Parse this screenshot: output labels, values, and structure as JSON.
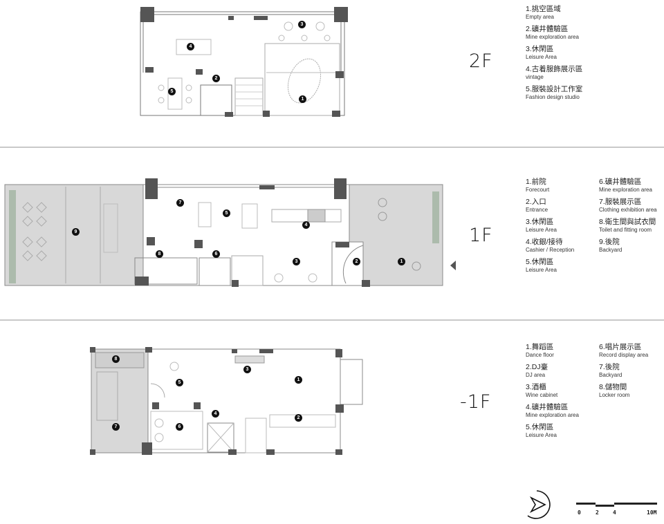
{
  "floors": [
    {
      "id": "2F",
      "label": "2F",
      "legend": [
        {
          "num": "1",
          "zh": "1.挑空區域",
          "en": "Empty area"
        },
        {
          "num": "2",
          "zh": "2.礦井體驗區",
          "en": "Mine exploration area"
        },
        {
          "num": "3",
          "zh": "3.休閑區",
          "en": "Leisure Area"
        },
        {
          "num": "4",
          "zh": "4.古着服飾展示區",
          "en": "vintage"
        },
        {
          "num": "5",
          "zh": "5.服裝設計工作室",
          "en": "Fashion design studio"
        }
      ]
    },
    {
      "id": "1F",
      "label": "1F",
      "legend_col1": [
        {
          "num": "1",
          "zh": "1.前院",
          "en": "Forecourt"
        },
        {
          "num": "2",
          "zh": "2.入口",
          "en": "Entrance"
        },
        {
          "num": "3",
          "zh": "3.休閑區",
          "en": "Leisure Area"
        },
        {
          "num": "4",
          "zh": "4.收銀/接待",
          "en": "Cashier / Reception"
        },
        {
          "num": "5",
          "zh": "5.休閑區",
          "en": "Leisure Area"
        }
      ],
      "legend_col2": [
        {
          "num": "6",
          "zh": "6.礦井體驗區",
          "en": "Mine exploration area"
        },
        {
          "num": "7",
          "zh": "7.服裝展示區",
          "en": "Clothing exhibition area"
        },
        {
          "num": "8",
          "zh": "8.衛生間與試衣間",
          "en": "Toilet and fitting room"
        },
        {
          "num": "9",
          "zh": "9.後院",
          "en": "Backyard"
        }
      ]
    },
    {
      "id": "-1F",
      "label": "-1F",
      "legend_col1": [
        {
          "num": "1",
          "zh": "1.舞蹈區",
          "en": "Dance floor"
        },
        {
          "num": "2",
          "zh": "2.DJ臺",
          "en": "DJ area"
        },
        {
          "num": "3",
          "zh": "3.酒櫃",
          "en": "Wine cabinet"
        },
        {
          "num": "4",
          "zh": "4.礦井體驗區",
          "en": "Mine exploration area"
        },
        {
          "num": "5",
          "zh": "5.休閑區",
          "en": "Leisure Area"
        }
      ],
      "legend_col2": [
        {
          "num": "6",
          "zh": "6.唱片展示區",
          "en": "Record display area"
        },
        {
          "num": "7",
          "zh": "7.後院",
          "en": "Backyard"
        },
        {
          "num": "8",
          "zh": "8.儲物間",
          "en": "Locker room"
        }
      ]
    }
  ],
  "markers": {
    "f2": [
      "1",
      "2",
      "3",
      "4",
      "5"
    ],
    "f1": [
      "1",
      "2",
      "3",
      "4",
      "5",
      "6",
      "7",
      "8",
      "9"
    ],
    "b1": [
      "1",
      "2",
      "3",
      "4",
      "5",
      "6",
      "7",
      "8"
    ]
  },
  "scale_bar": {
    "ticks": [
      "0",
      "2",
      "4",
      "10M"
    ]
  },
  "north_arrow": {
    "icon": "north-arrow-icon"
  },
  "colors": {
    "wall": "#555555",
    "column": "#3d3d3d",
    "yard": "#d6d6d6",
    "line": "#9a9a9a",
    "divider": "#c9c9c9"
  }
}
